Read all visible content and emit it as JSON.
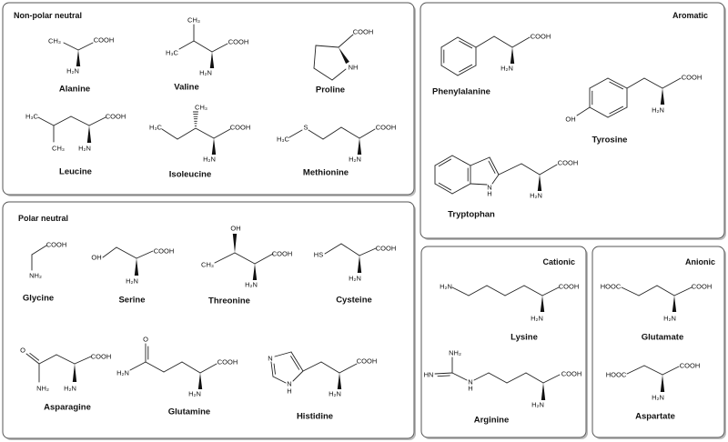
{
  "panels": [
    {
      "title": "Non-polar neutral",
      "molecules": [
        {
          "name": "Alanine",
          "atoms": [
            "CH₃",
            "COOH",
            "H₂N"
          ]
        },
        {
          "name": "Valine",
          "atoms": [
            "CH₃",
            "H₃C",
            "COOH",
            "H₂N"
          ]
        },
        {
          "name": "Proline",
          "atoms": [
            "COOH",
            "NH"
          ]
        },
        {
          "name": "Leucine",
          "atoms": [
            "H₃C",
            "CH₃",
            "COOH",
            "H₂N"
          ]
        },
        {
          "name": "Isoleucine",
          "atoms": [
            "CH₃",
            "H₃C",
            "COOH",
            "H₂N"
          ]
        },
        {
          "name": "Methionine",
          "atoms": [
            "S",
            "H₃C",
            "COOH",
            "H₂N"
          ]
        }
      ]
    },
    {
      "title": "Aromatic",
      "molecules": [
        {
          "name": "Phenylalanine",
          "atoms": [
            "COOH",
            "H₂N"
          ]
        },
        {
          "name": "Tyrosine",
          "atoms": [
            "COOH",
            "H₂N",
            "OH"
          ]
        },
        {
          "name": "Tryptophan",
          "atoms": [
            "N",
            "H",
            "COOH",
            "H₂N"
          ]
        }
      ]
    },
    {
      "title": "Polar neutral",
      "molecules": [
        {
          "name": "Glycine",
          "atoms": [
            "COOH",
            "NH₂"
          ]
        },
        {
          "name": "Serine",
          "atoms": [
            "OH",
            "COOH",
            "H₂N"
          ]
        },
        {
          "name": "Threonine",
          "atoms": [
            "OH",
            "CH₃",
            "COOH",
            "H₂N"
          ]
        },
        {
          "name": "Cysteine",
          "atoms": [
            "HS",
            "COOH",
            "H₂N"
          ]
        },
        {
          "name": "Asparagine",
          "atoms": [
            "O",
            "NH₂",
            "COOH",
            "H₂N"
          ]
        },
        {
          "name": "Glutamine",
          "atoms": [
            "O",
            "H₂N",
            "COOH",
            "H₂N"
          ]
        },
        {
          "name": "Histidine",
          "atoms": [
            "N",
            "N",
            "H",
            "COOH",
            "H₂N"
          ]
        }
      ]
    },
    {
      "title": "Cationic",
      "molecules": [
        {
          "name": "Lysine",
          "atoms": [
            "H₂N",
            "COOH",
            "H₂N"
          ]
        },
        {
          "name": "Arginine",
          "atoms": [
            "NH₂",
            "HN",
            "N",
            "H",
            "COOH",
            "H₂N"
          ]
        }
      ]
    },
    {
      "title": "Anionic",
      "molecules": [
        {
          "name": "Glutamate",
          "atoms": [
            "HOOC",
            "COOH",
            "H₂N"
          ]
        },
        {
          "name": "Aspartate",
          "atoms": [
            "HOOC",
            "COOH",
            "H₂N"
          ]
        }
      ]
    }
  ]
}
